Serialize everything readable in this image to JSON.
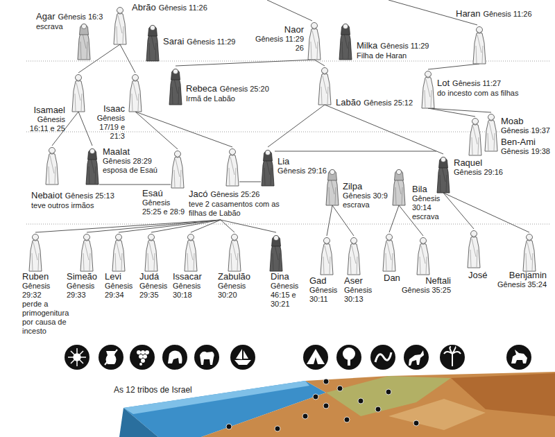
{
  "diagram": {
    "nodes": [
      {
        "text": [
          "Abrão",
          "Gênesis 11:26"
        ]
      },
      {
        "text": [
          "Haran",
          "Gênesis 11:26"
        ]
      },
      {
        "text": [
          "Agar",
          "Gênesis 16:3",
          "escrava"
        ]
      },
      {
        "text": [
          "Sarai",
          "Gênesis 11:29"
        ]
      },
      {
        "text": [
          "Naor",
          "Gênesis 11:29 26"
        ]
      },
      {
        "text": [
          "Milka",
          "Gênesis 11:29",
          "Filha de Haran"
        ]
      },
      {
        "text": [
          "Isamael",
          "Gênesis 16:11 e 25"
        ]
      },
      {
        "text": [
          "Isaac",
          "Gênesis 17/19 e 21:3"
        ]
      },
      {
        "text": [
          "Rebeca",
          "Gênesis 25:20",
          "Irmã de Labão"
        ]
      },
      {
        "text": [
          "Labão",
          "Gênesis 25:12"
        ]
      },
      {
        "text": [
          "Lot",
          "Gênesis 11:27",
          "do incesto com as filhas"
        ]
      },
      {
        "text": [
          "Moab",
          "Gênesis 19:37"
        ]
      },
      {
        "text": [
          "Ben-Ami",
          "Gênesis 19:38"
        ]
      },
      {
        "text": [
          "Maalat",
          "Gênesis 28:29",
          "esposa de Esaú"
        ]
      },
      {
        "text": [
          "Esaú",
          "Gênesis 25:25 e 28:9"
        ]
      },
      {
        "text": [
          "Jacó",
          "Gênesis 25:26",
          "teve 2 casamentos com as filhas de Labão"
        ]
      },
      {
        "text": [
          "Lia",
          "Gênesis 29:16"
        ]
      },
      {
        "text": [
          "Raquel",
          "Gênesis 29:16"
        ]
      },
      {
        "text": [
          "Nebaiot",
          "Gênesis 25:13",
          "teve outros irmãos"
        ]
      },
      {
        "text": [
          "Zilpa",
          "Gênesis 30:9",
          "escrava"
        ]
      },
      {
        "text": [
          "Bila",
          "Gênesis 30:14",
          "escrava"
        ]
      },
      {
        "text": [
          "Ruben",
          "Gênesis 29:32",
          "perde a primogenitura por causa de incesto"
        ]
      },
      {
        "text": [
          "Simeão",
          "Gênesis 29:33"
        ]
      },
      {
        "text": [
          "Levi",
          "Gênesis 29:34"
        ]
      },
      {
        "text": [
          "Judá",
          "Gênesis 29:35"
        ]
      },
      {
        "text": [
          "Issacar",
          "Gênesis 30:18"
        ]
      },
      {
        "text": [
          "Zabulão",
          "Gênesis 30:20"
        ]
      },
      {
        "text": [
          "Dina",
          "Gênesis 46:15 e 30:21"
        ]
      },
      {
        "text": [
          "Gad",
          "Gênesis 30:11"
        ]
      },
      {
        "text": [
          "Aser",
          "Gênesis 30:13"
        ]
      },
      {
        "text": [
          "Dan"
        ]
      },
      {
        "text": [
          "Neftali",
          "Gênesis 35:25"
        ]
      },
      {
        "text": [
          "José"
        ]
      },
      {
        "text": [
          "Benjamin",
          "Gênesis 35:24"
        ]
      }
    ],
    "edges": [
      {
        "from": 0,
        "to": 6,
        "arrow": "none"
      },
      {
        "from": 0,
        "to": 7,
        "arrow": "none"
      },
      {
        "from": 4,
        "to": 8,
        "arrow": "none"
      },
      {
        "from": 4,
        "to": 9,
        "arrow": "none"
      },
      {
        "from": 1,
        "to": 10,
        "arrow": "none"
      },
      {
        "from": 10,
        "to": 11,
        "arrow": "none"
      },
      {
        "from": 10,
        "to": 12,
        "arrow": "none"
      },
      {
        "from": 6,
        "to": 18,
        "arrow": "none"
      },
      {
        "from": 6,
        "to": 13,
        "arrow": "none"
      },
      {
        "from": 7,
        "to": 14,
        "arrow": "none"
      },
      {
        "from": 7,
        "to": 15,
        "arrow": "none"
      },
      {
        "from": 13,
        "to": 14,
        "arrow": "none"
      },
      {
        "from": 9,
        "to": 16,
        "arrow": "none"
      },
      {
        "from": 9,
        "to": 17,
        "arrow": "none"
      },
      {
        "from": 15,
        "to": 16,
        "arrow": "none"
      },
      {
        "from": 16,
        "to": 17,
        "arrow": "none"
      },
      {
        "from": 15,
        "to": 21,
        "arrow": "none"
      },
      {
        "from": 15,
        "to": 22,
        "arrow": "none"
      },
      {
        "from": 15,
        "to": 23,
        "arrow": "none"
      },
      {
        "from": 15,
        "to": 24,
        "arrow": "none"
      },
      {
        "from": 15,
        "to": 25,
        "arrow": "none"
      },
      {
        "from": 15,
        "to": 26,
        "arrow": "none"
      },
      {
        "from": 15,
        "to": 27,
        "arrow": "none"
      },
      {
        "from": 19,
        "to": 28,
        "arrow": "none"
      },
      {
        "from": 19,
        "to": 29,
        "arrow": "none"
      },
      {
        "from": 20,
        "to": 30,
        "arrow": "none"
      },
      {
        "from": 20,
        "to": 31,
        "arrow": "none"
      },
      {
        "from": 17,
        "to": 32,
        "arrow": "none"
      },
      {
        "from": 17,
        "to": 33,
        "arrow": "none"
      }
    ],
    "labels": [
      "As 12 tribos de Israel"
    ]
  }
}
